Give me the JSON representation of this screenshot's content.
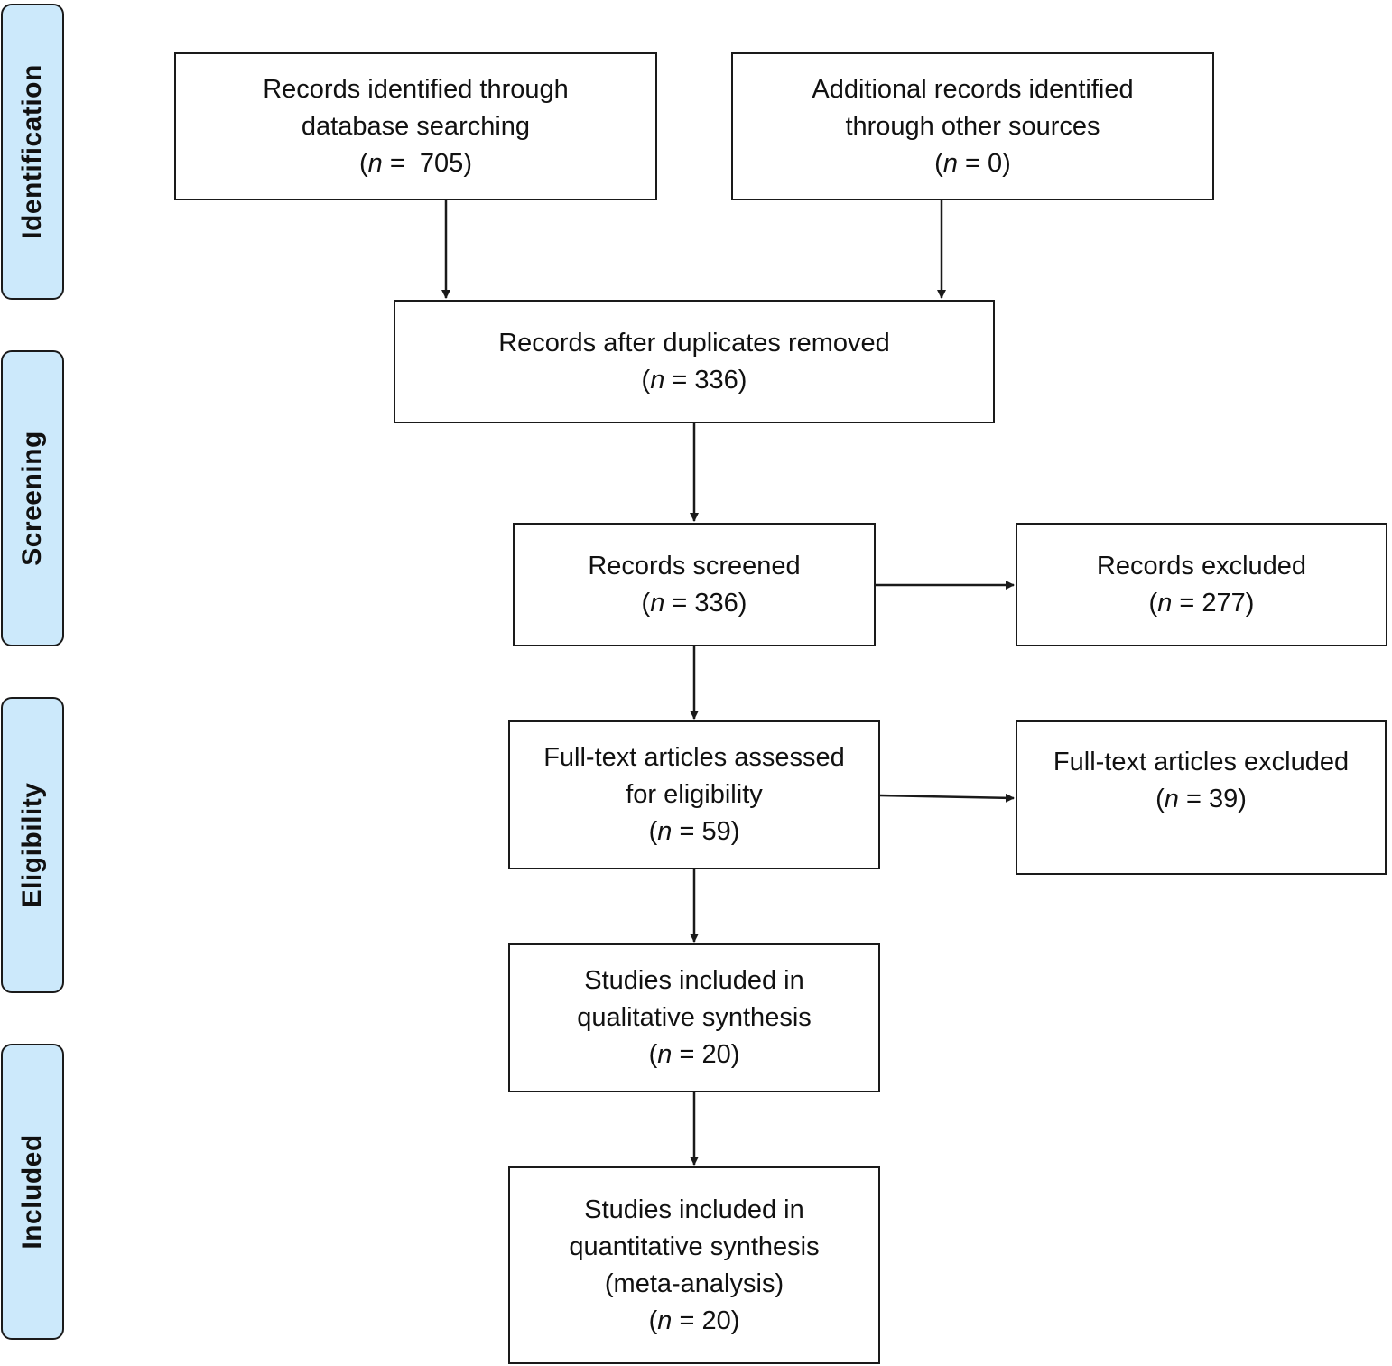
{
  "phases": {
    "identification": "Identification",
    "screening": "Screening",
    "eligibility": "Eligibility",
    "included": "Included"
  },
  "boxes": {
    "database": {
      "lines": [
        "Records identified through",
        "database searching"
      ],
      "n": "705"
    },
    "other_sources": {
      "lines": [
        "Additional records identified",
        "through other sources"
      ],
      "n": "0"
    },
    "after_duplicates": {
      "lines": [
        "Records after duplicates removed"
      ],
      "n": "336"
    },
    "screened": {
      "lines": [
        "Records screened"
      ],
      "n": "336"
    },
    "excluded": {
      "lines": [
        "Records excluded"
      ],
      "n": "277"
    },
    "fulltext_assessed": {
      "lines": [
        "Full-text articles assessed",
        "for eligibility"
      ],
      "n": "59"
    },
    "fulltext_excluded": {
      "lines": [
        "Full-text articles excluded"
      ],
      "n": "39"
    },
    "qualitative": {
      "lines": [
        "Studies included in",
        "qualitative synthesis"
      ],
      "n": "20"
    },
    "quantitative": {
      "lines": [
        "Studies included in",
        "quantitative synthesis",
        "(meta-analysis)"
      ],
      "n": "20"
    }
  },
  "n_symbol": "n",
  "colors": {
    "phase_fill": "#cce9fb",
    "stroke": "#1a1a1a"
  }
}
